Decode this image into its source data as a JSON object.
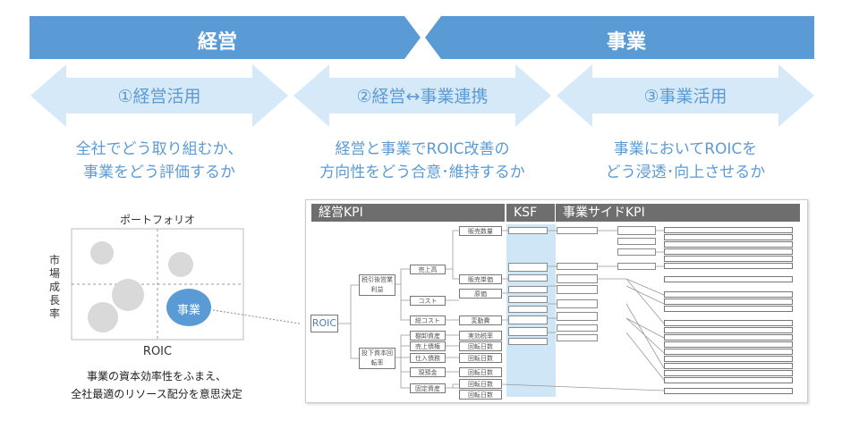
{
  "colors": {
    "accent": "#5b9bd5",
    "accent_light": "#d6e9f8",
    "ksf_highlight": "#cfe6f6"
  },
  "bands": {
    "left": "経営",
    "right": "事業"
  },
  "phases": [
    {
      "label": "①経営活用",
      "desc_line1": "全社でどう取り組むか、",
      "desc_line2": "事業をどう評価するか"
    },
    {
      "label": "②経営↔事業連携",
      "desc_line1": "経営と事業でROIC改善の",
      "desc_line2": "方向性をどう合意･維持するか"
    },
    {
      "label": "③事業活用",
      "desc_line1": "事業においてROICを",
      "desc_line2": "どう浸透･向上させるか"
    }
  ],
  "portfolio": {
    "title": "ポートフォリオ",
    "ylabel_chars": [
      "市",
      "場",
      "成",
      "長",
      "率"
    ],
    "xlabel": "ROIC",
    "highlight_label": "事業",
    "caption_line1": "事業の資本効率性をふまえ、",
    "caption_line2": "全社最適のリソース配分を意思決定"
  },
  "tree": {
    "headers": {
      "kpi": "経営KPI",
      "ksf": "KSF",
      "biz": "事業サイドKPI"
    },
    "root": "ROIC",
    "level1": [
      "税引後営業利益",
      "投下資本回転率"
    ],
    "level2": [
      "売上高",
      "コスト",
      "総コスト",
      "棚卸資産",
      "売上債権",
      "仕入債務",
      "現預金",
      "固定資産"
    ],
    "level3": [
      "販売数量",
      "販売単価",
      "原価",
      "変動費",
      "実効税率",
      "回転日数",
      "回転日数",
      "回転日数",
      "回転日数",
      "回転日数"
    ]
  }
}
